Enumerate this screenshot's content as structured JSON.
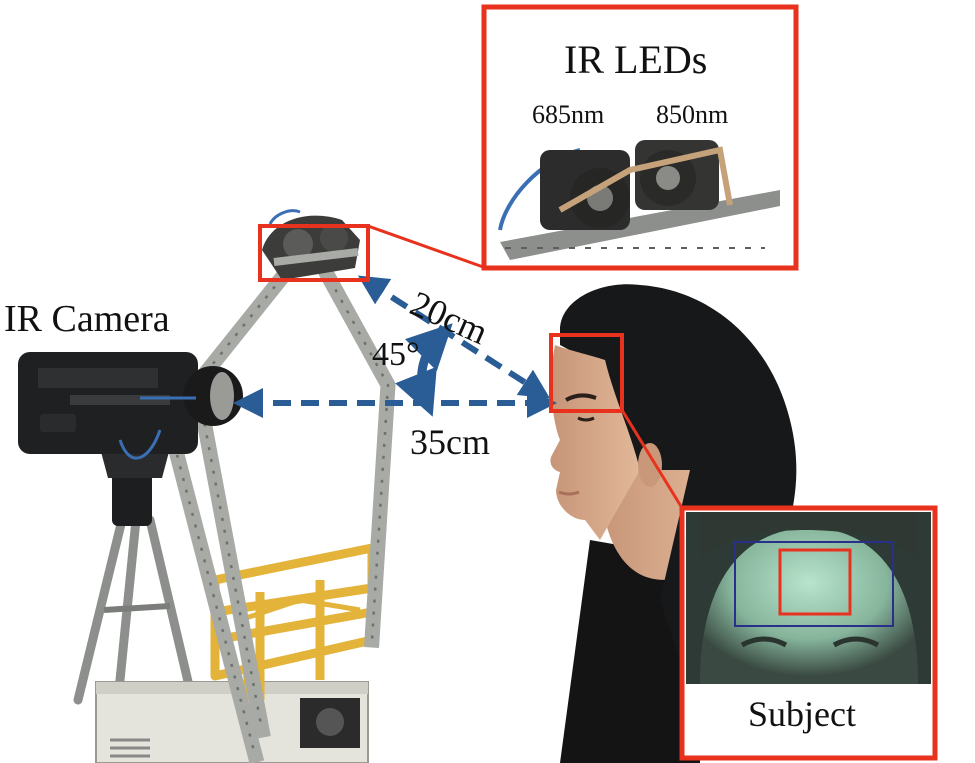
{
  "labels": {
    "camera": "IR Camera",
    "distance_led": "20cm",
    "angle": "45°",
    "distance_camera": "35cm",
    "leds_title": "IR LEDs",
    "wavelength_1": "685nm",
    "wavelength_2": "850nm",
    "subject": "Subject"
  },
  "colors": {
    "callout": "#e8321e",
    "arrow": "#2a5d96",
    "frame_metal": "#a8aaa6",
    "frame_yellow": "#e3b33a",
    "hair": "#17181a",
    "skin": "#d7a987",
    "thermal_bg": "#2d3a35",
    "thermal_face": "#8fbca5",
    "roi_outer": "#2a2f8c"
  }
}
